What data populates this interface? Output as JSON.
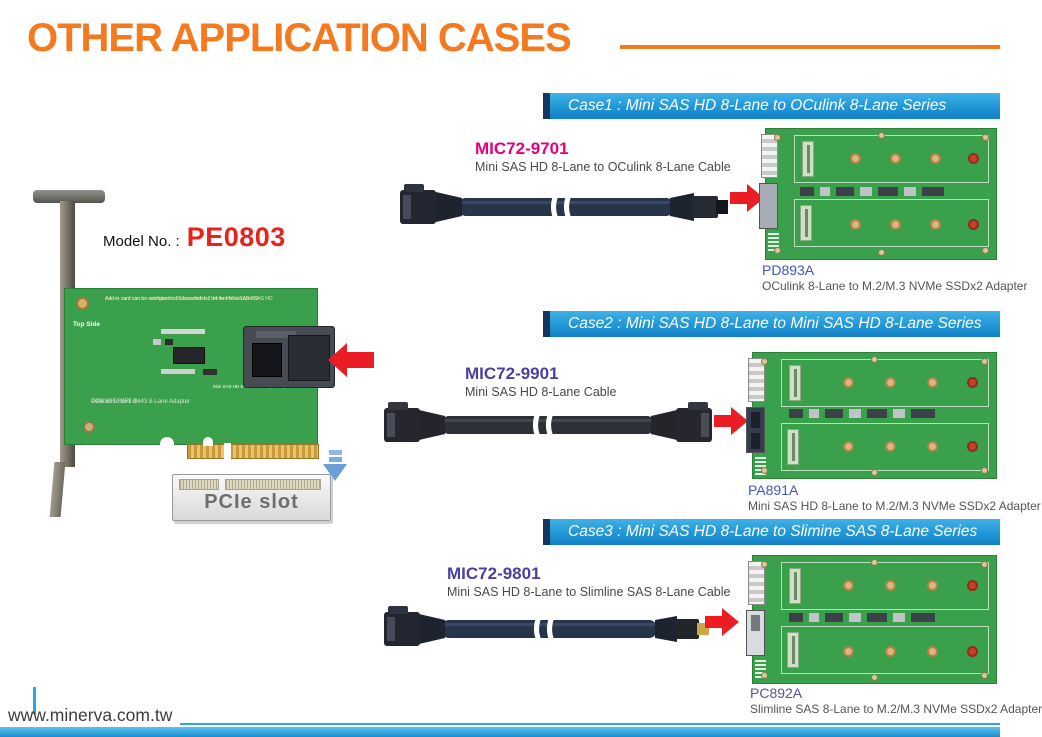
{
  "page": {
    "title": "OTHER APPLICATION CASES",
    "website": "www.minerva.com.tw"
  },
  "card": {
    "model_label": "Model No. :",
    "model_number": "PE0803",
    "note_line1": "Add-in card can be configured or bifurcated to 2 x4 for the two Mini SAS HD",
    "note_line2": "Add-in card can be extended to 8 Lanes link for the two Mini SAS HD",
    "side_label": "Top Side",
    "revision": "G460805 Rev1.0",
    "board_title": "PCIe x8 to SFF-8643 8-Lane Adapter",
    "connector_label": "Mini SAS HD 8-Lane CN1 A port B port",
    "pcie_slot_label": "PCIe slot"
  },
  "cases": [
    {
      "banner": "Case1 : Mini SAS HD 8-Lane to OCulink 8-Lane Series",
      "cable_model": "MIC72-9701",
      "cable_model_color": "#E5007D",
      "cable_desc": "Mini SAS HD 8-Lane to OCulink 8-Lane Cable",
      "adapter_model": "PD893A",
      "adapter_model_color": "#3F55C5",
      "adapter_desc": "OCulink 8-Lane to M.2/M.3 NVMe SSDx2 Adapter"
    },
    {
      "banner": "Case2 : Mini SAS HD 8-Lane to Mini SAS HD 8-Lane Series",
      "cable_model": "MIC72-9901",
      "cable_model_color": "#4B3F9F",
      "cable_desc": "Mini SAS HD 8-Lane Cable",
      "adapter_model": "PA891A",
      "adapter_model_color": "#4355C4",
      "adapter_desc": "Mini SAS HD 8-Lane to M.2/M.3 NVMe SSDx2 Adapter"
    },
    {
      "banner": "Case3 : Mini SAS HD 8-Lane to Slimine SAS 8-Lane Series",
      "cable_model": "MIC72-9801",
      "cable_model_color": "#4B3F9F",
      "cable_desc": "Mini SAS HD 8-Lane to Slimline SAS 8-Lane Cable",
      "adapter_model": "PC892A",
      "adapter_model_color": "#5A4E9E",
      "adapter_desc": "Slimline SAS 8-Lane to M.2/M.3 NVMe SSDx2 Adapter"
    }
  ],
  "colors": {
    "title_orange": "#F4791F",
    "banner_gradient_top": "#41B2E7",
    "banner_gradient_bottom": "#1380C3",
    "banner_edge_navy": "#17375F",
    "model_red": "#E8231C",
    "arrow_red": "#EC1C24",
    "footer_blue": "#2BA7E0",
    "pcb_green": "#3BA04C"
  }
}
